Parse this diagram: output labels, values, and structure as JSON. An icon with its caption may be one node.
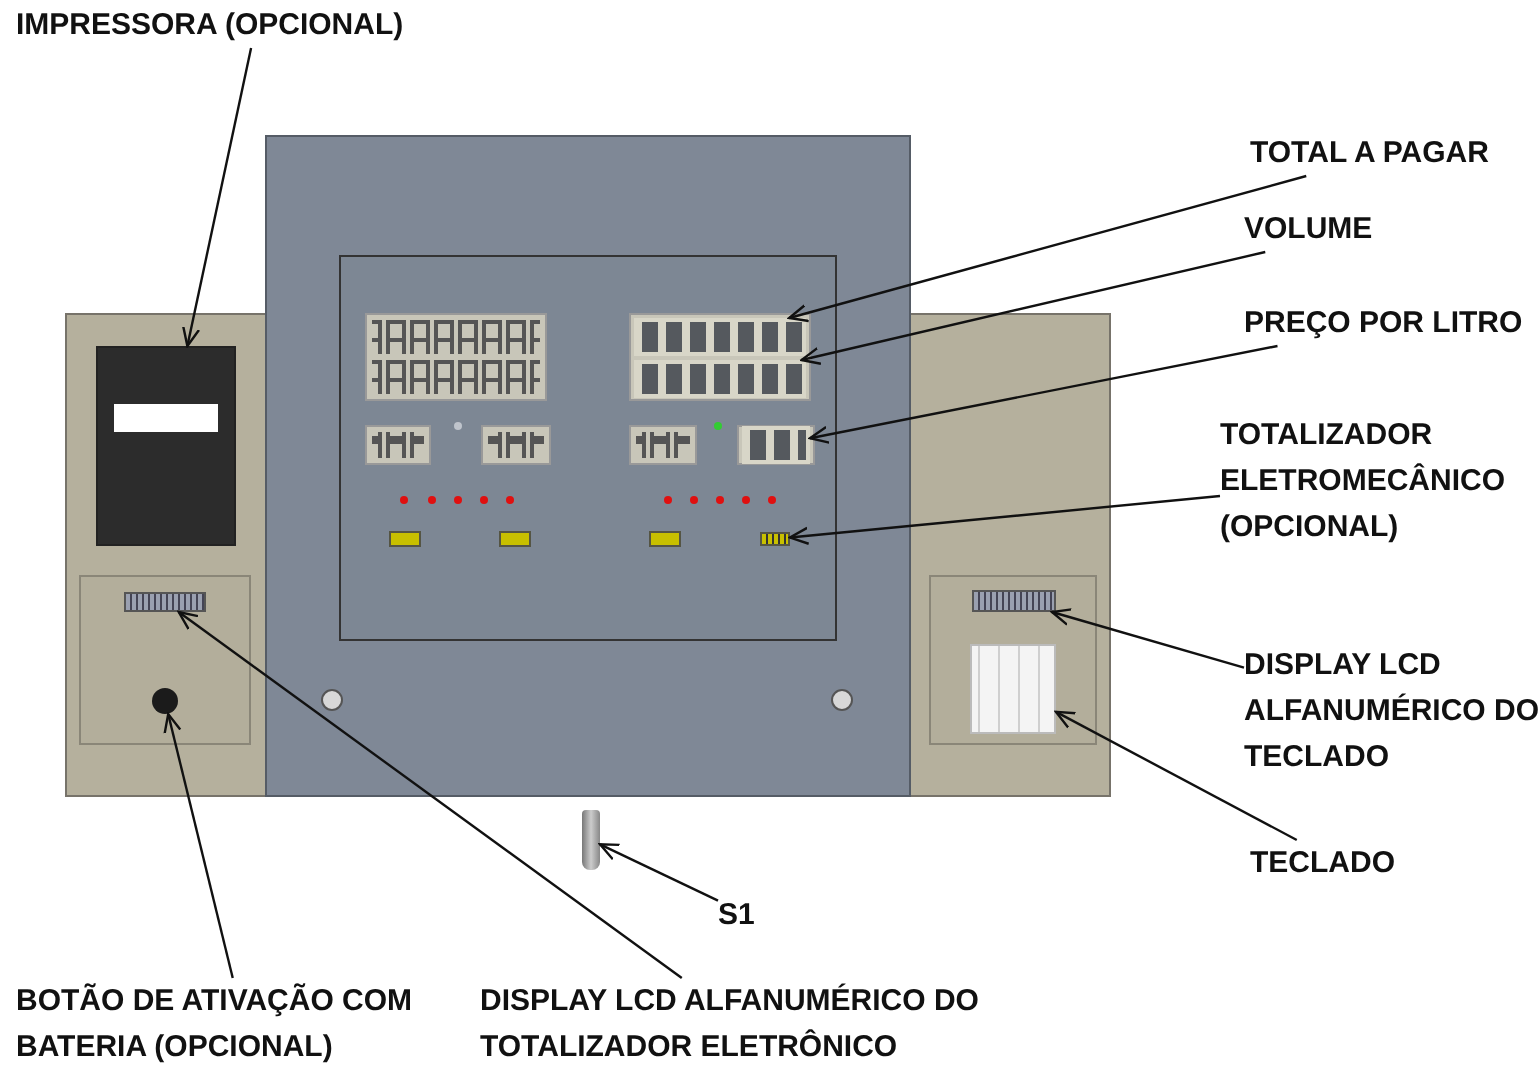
{
  "diagram": {
    "nodes": [
      {
        "text": [
          "IMPRESSORA (OPCIONAL)"
        ]
      },
      {
        "text": [],
        "shape": "box"
      },
      {
        "text": [
          "TOTAL A PAGAR"
        ]
      },
      {
        "text": [],
        "shape": "box"
      },
      {
        "text": [
          "VOLUME"
        ]
      },
      {
        "text": [],
        "shape": "box"
      },
      {
        "text": [
          "PREÇO POR LITRO"
        ]
      },
      {
        "text": [],
        "shape": "box"
      },
      {
        "text": [
          "TOTALIZADOR ELETROMECÂNICO (OPCIONAL)"
        ]
      },
      {
        "text": [],
        "shape": "bar"
      },
      {
        "text": [
          "DISPLAY LCD ALFANUMÉRICO DO TECLADO"
        ]
      },
      {
        "text": [],
        "shape": "bar"
      },
      {
        "text": [
          "TECLADO"
        ]
      },
      {
        "text": [],
        "shape": "box"
      },
      {
        "text": [
          "S1"
        ]
      },
      {
        "text": [],
        "shape": "cylinder"
      },
      {
        "text": [
          "BOTÃO DE ATIVAÇÃO COM BATERIA (OPCIONAL)"
        ]
      },
      {
        "text": [],
        "shape": "circle"
      },
      {
        "text": [
          "DISPLAY LCD ALFANUMÉRICO DO TOTALIZADOR ELETRÔNICO"
        ]
      },
      {
        "text": [],
        "shape": "bar"
      }
    ],
    "edges": [
      {
        "from": 0,
        "to": 1,
        "arrow": "to"
      },
      {
        "from": 2,
        "to": 3,
        "arrow": "to"
      },
      {
        "from": 4,
        "to": 5,
        "arrow": "to"
      },
      {
        "from": 6,
        "to": 7,
        "arrow": "to"
      },
      {
        "from": 8,
        "to": 9,
        "arrow": "to"
      },
      {
        "from": 10,
        "to": 11,
        "arrow": "to"
      },
      {
        "from": 12,
        "to": 13,
        "arrow": "to"
      },
      {
        "from": 14,
        "to": 15,
        "arrow": "to"
      },
      {
        "from": 16,
        "to": 17,
        "arrow": "to"
      },
      {
        "from": 18,
        "to": 19,
        "arrow": "to"
      }
    ]
  }
}
